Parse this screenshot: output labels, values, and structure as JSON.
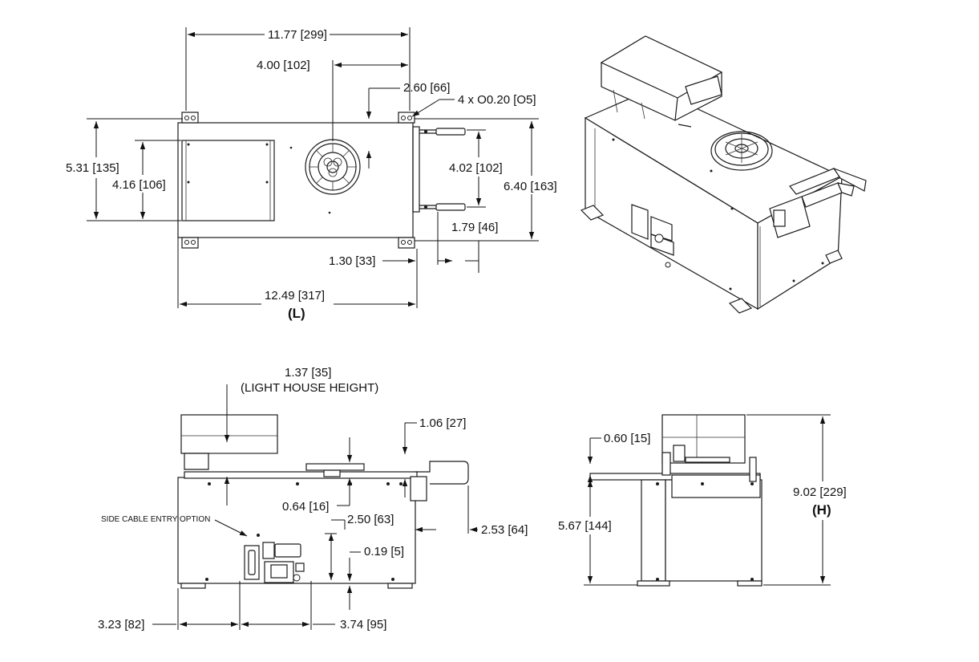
{
  "top_view": {
    "width_overall": "11.77 [299]",
    "fan_offset": "4.00 [102]",
    "fan_vertical": "2.60 [66]",
    "holes": "4 x O0.20 [O5]",
    "height_inner": "5.31 [135]",
    "panel_height": "4.16 [106]",
    "handle_span": "4.02 [102]",
    "height_overall": "6.40 [163]",
    "handle_depth": "1.79 [46]",
    "flange": "1.30 [33]",
    "length": "12.49 [317]",
    "length_tag": "(L)"
  },
  "side_view": {
    "light_house_height": "1.37 [35]",
    "light_house_label": "(LIGHT HOUSE HEIGHT)",
    "handle_offset": "1.06 [27]",
    "disc_height": "0.64 [16]",
    "connector_height": "2.50 [63]",
    "handle_reach": "2.53 [64]",
    "base_clearance": "0.19 [5]",
    "side_cable_label": "SIDE CABLE ENTRY OPTION",
    "left_offset": "3.23 [82]",
    "connector_width": "3.74 [95]"
  },
  "end_view": {
    "top_offset": "0.60 [15]",
    "body_height": "5.67 [144]",
    "height_overall": "9.02 [229]",
    "height_tag": "(H)"
  }
}
